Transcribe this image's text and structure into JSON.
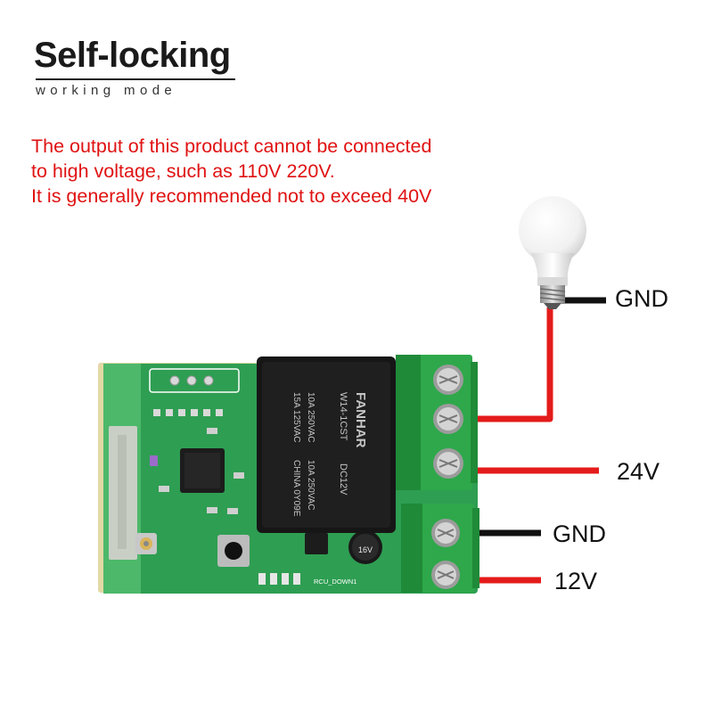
{
  "header": {
    "title": "Self-locking",
    "subtitle": "working mode"
  },
  "warning": {
    "lines": [
      "The output of this product cannot be connected",
      "to high voltage, such as 110V 220V.",
      "It is generally recommended not to exceed 40V"
    ]
  },
  "terminals": {
    "load_gnd": "GND",
    "load_24v": "24V",
    "power_gnd": "GND",
    "power_12v": "12V"
  },
  "relay": {
    "brand": "FANHAR",
    "model": "W14-1CST",
    "coil": "DC12V",
    "rating_1": "10A 250VAC",
    "rating_2": "15A 125VAC",
    "rating_3": "10A 250VAC",
    "origin": "CHINA 0Y09E"
  },
  "board": {
    "capacitor_label": "16V",
    "footer_label": "RCU_DOWN1"
  },
  "colors": {
    "warning_text": "#e01212",
    "wire_red": "#e41b1b",
    "wire_black": "#111111",
    "pcb_green": "#2e9e52",
    "terminal_green": "#2ea84a"
  }
}
